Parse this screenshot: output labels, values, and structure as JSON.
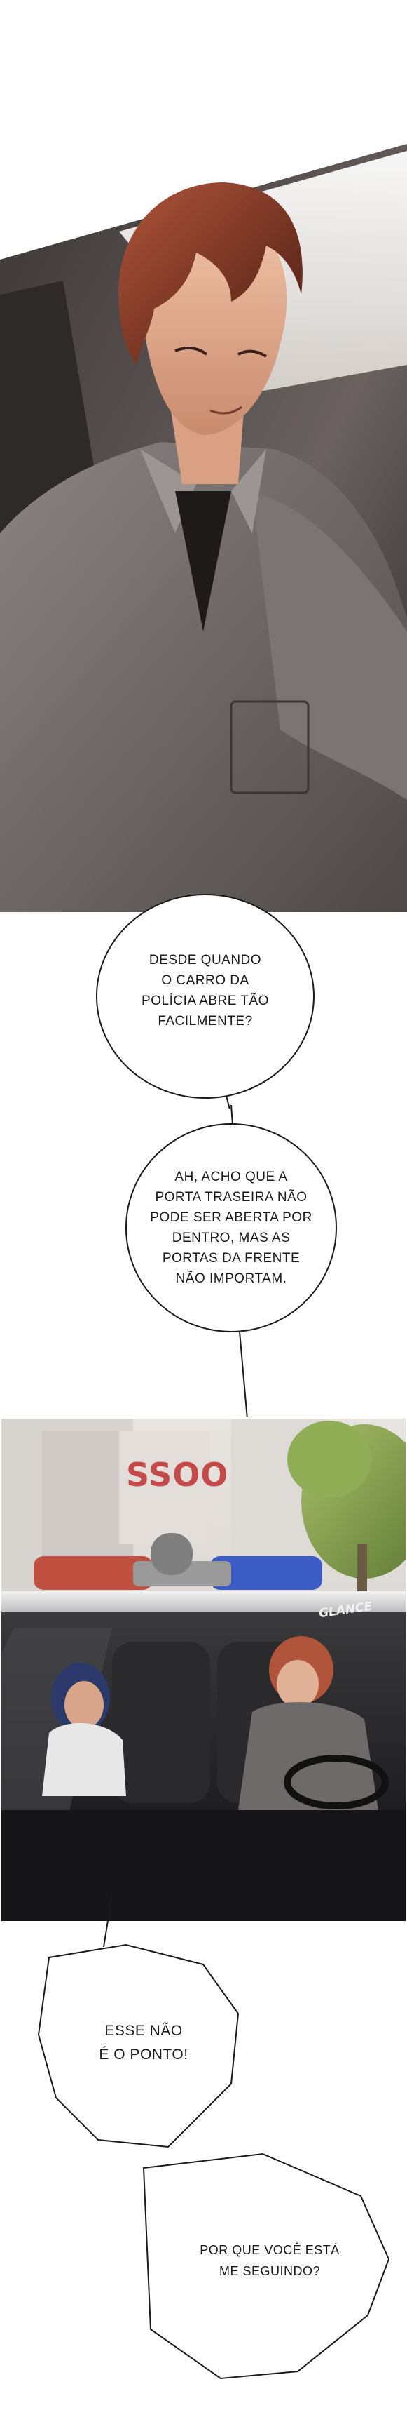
{
  "comic": {
    "panel1": {
      "description_icon": "man-in-car-icon"
    },
    "bubble1": {
      "text": "DESDE QUANDO\nO CARRO DA\nPOLÍCIA ABRE TÃO\nFACILMENTE?"
    },
    "bubble2": {
      "text": "AH, ACHO QUE A\nPORTA TRASEIRA NÃO\nPODE SER ABERTA POR\nDENTRO, MAS AS\nPORTAS DA FRENTE\nNÃO IMPORTAM."
    },
    "panel2": {
      "sfx": "GLANCE",
      "sign": "SSOO"
    },
    "bubble3": {
      "text": "ESSE NÃO\nÉ O PONTO!"
    },
    "bubble4": {
      "text": "POR QUE VOCÊ ESTÁ\nME SEGUINDO?"
    }
  },
  "colors": {
    "siren_red": "#c0503f",
    "siren_blue": "#3a5cc4",
    "hair": "#8a3a1f",
    "shirt": "#6e6a6a"
  }
}
